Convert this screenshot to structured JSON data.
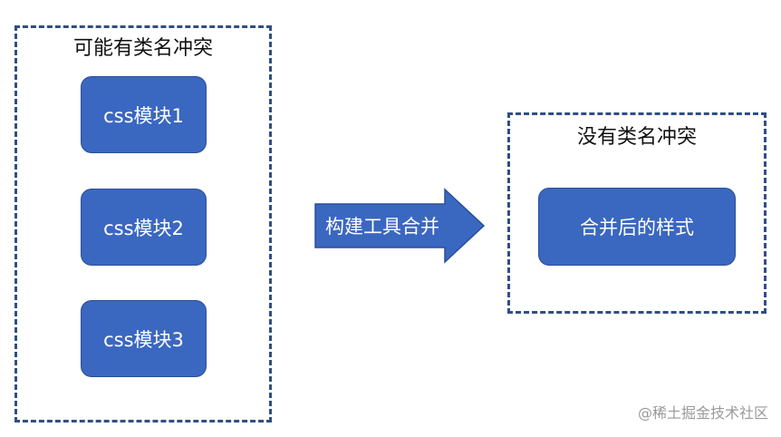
{
  "left_group": {
    "title": "可能有类名冲突",
    "modules": [
      "css模块1",
      "css模块2",
      "css模块3"
    ]
  },
  "arrow": {
    "label": "构建工具合并"
  },
  "right_group": {
    "title": "没有类名冲突",
    "merged": "合并后的样式"
  },
  "watermark": "@稀土掘金技术社区",
  "colors": {
    "box_fill": "#3a67c0",
    "dashed_border": "#2f4f86",
    "arrow_fill": "#3a67c0"
  }
}
